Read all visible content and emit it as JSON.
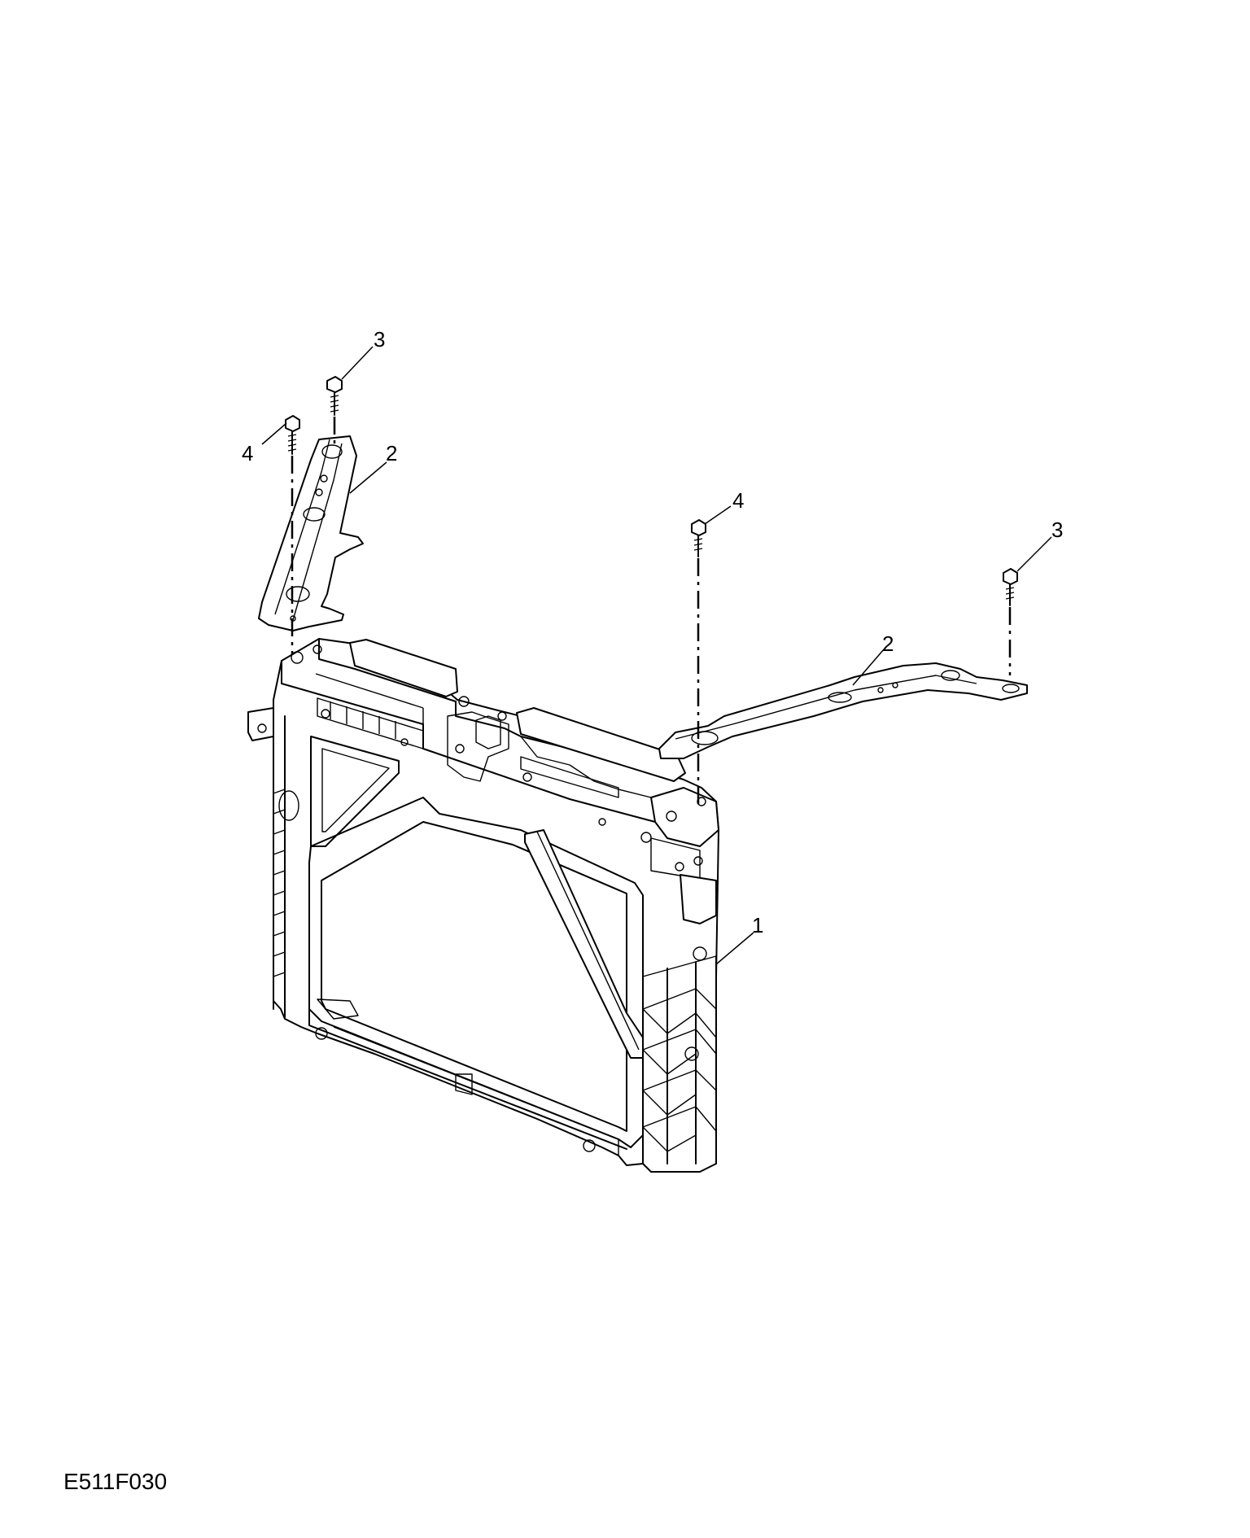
{
  "figure_id": "E511F030",
  "callouts": {
    "frame": "1",
    "brace_left": "2",
    "brace_right": "2",
    "bolt_left_top": "3",
    "bolt_right_top": "3",
    "bolt_left_inner": "4",
    "bolt_right_inner": "4"
  }
}
